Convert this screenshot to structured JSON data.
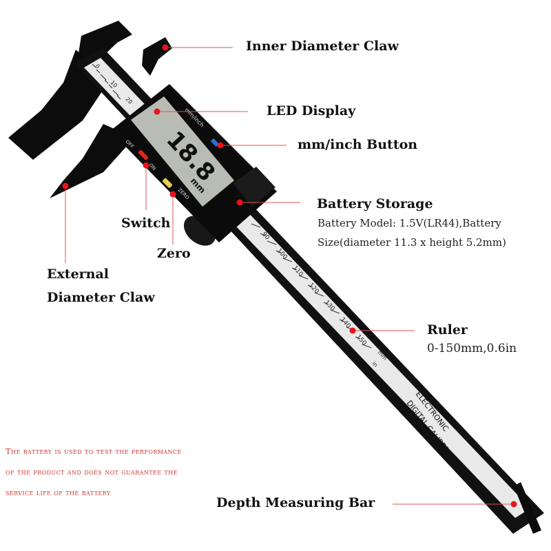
{
  "labels": {
    "inner_claw": "Inner Diameter Claw",
    "led_display": "LED Display",
    "mm_inch_button": "mm/inch Button",
    "battery_storage": "Battery Storage",
    "battery_model_line1": "Battery Model: 1.5V(LR44),Battery",
    "battery_model_line2": "Size(diameter 11.3 x height 5.2mm)",
    "switch": "Switch",
    "zero": "Zero",
    "external_claw_line1": "External",
    "external_claw_line2": "Diameter Claw",
    "ruler": "Ruler",
    "ruler_range": "0-150mm,0.6in",
    "depth_bar": "Depth Measuring Bar"
  },
  "note": {
    "line1": "The battery is used to test the performance",
    "line2": "of the product and does not guarantee the",
    "line3": "service life of the battery"
  },
  "device": {
    "display_reading": "18.8",
    "display_unit": "mm",
    "unit_button_label": "mm/inch",
    "off_label": "OFF",
    "on_label": "ON",
    "zero_label": "ZERO",
    "brand_line1": "ELECTRONIC",
    "brand_line2": "DIGITAL CALIPER",
    "scale_unit_mm": "mm",
    "scale_unit_in": "in",
    "scale_top_numbers": [
      "0",
      "10",
      "20"
    ],
    "scale_lower_numbers": [
      "90",
      "100",
      "110",
      "120",
      "130",
      "140",
      "150"
    ]
  },
  "colors": {
    "marker_dot": "#e8141b",
    "leader_line": "#e05050",
    "note_text": "#d2332f",
    "body": "#0c0c0c",
    "scale": "#e9e9e9",
    "lcd": "#b9bcb4"
  }
}
